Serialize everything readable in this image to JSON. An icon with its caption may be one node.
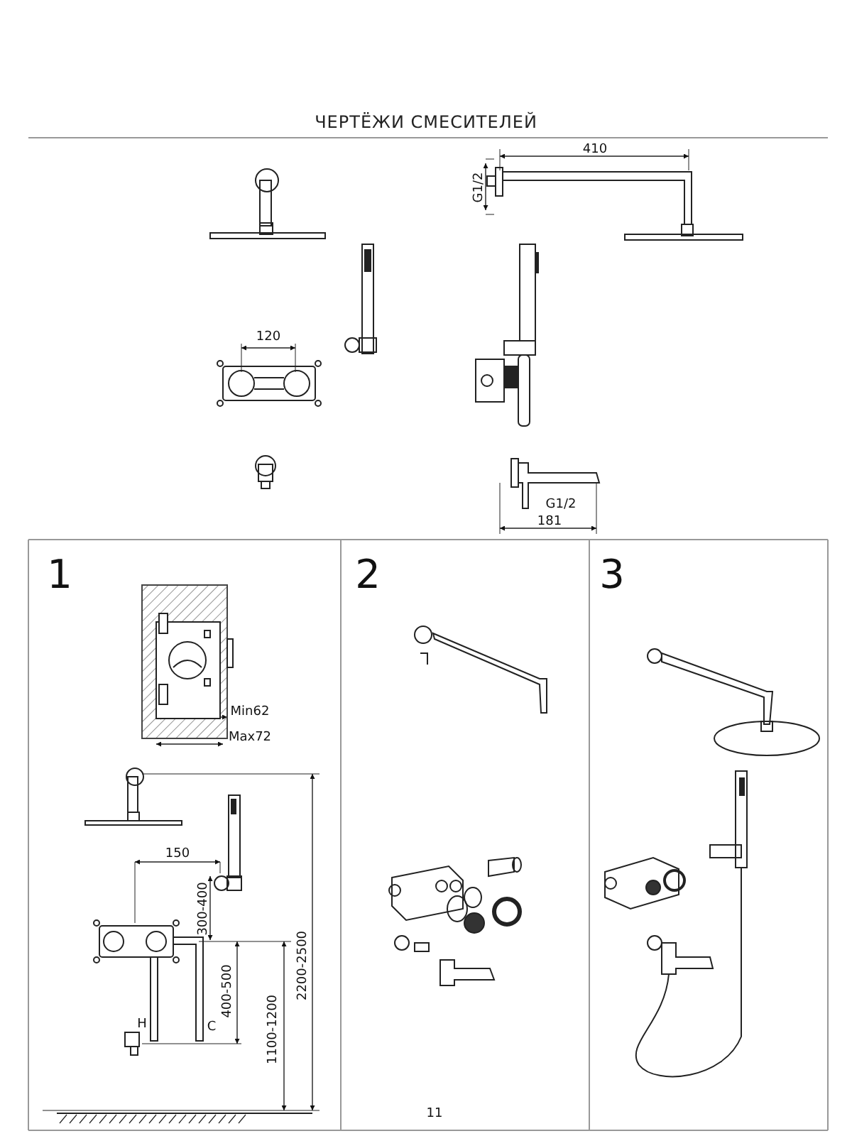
{
  "diagram": {
    "title": "ЧЕРТЁЖИ СМЕСИТЕЛЕЙ",
    "labels": [
      "410",
      "G1/2",
      "120",
      "G1/2",
      "181",
      "1",
      "Min62",
      "Max72",
      "150",
      "300-400",
      "H",
      "C",
      "400-500",
      "1100-1200",
      "2200-2500",
      "2",
      "3",
      "11"
    ]
  }
}
